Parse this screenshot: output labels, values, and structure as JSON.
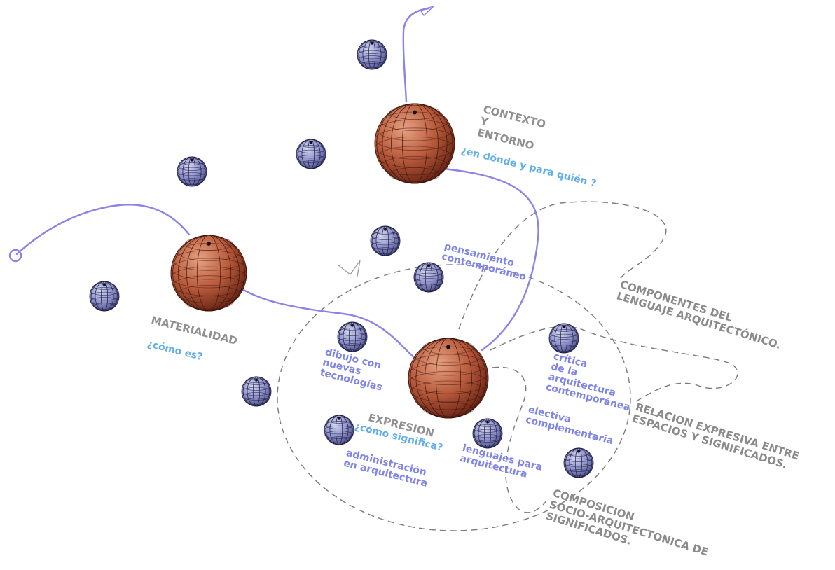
{
  "labels": {
    "contexto": "CONTEXTO\nY\nENTORNO",
    "contexto_q": "¿en dónde y para quién ?",
    "materialidad": "MATERIALIDAD",
    "materialidad_q": "¿cómo es?",
    "expresion": "EXPRESION",
    "expresion_q": "¿cómo significa?",
    "componentes": "COMPONENTES DEL\nLENGUAJE ARQUITECTÓNICO.",
    "relacion": "RELACION EXPRESIVA ENTRE\nESPACIOS Y SIGNIFICADOS.",
    "composicion": "COMPOSICION\nSÓCIO-ARQUITECTONICA DE\nSIGNIFICADOS.",
    "pensamiento": "pensamiento\ncontemporáneo",
    "dibujo": "dibujo con\nnuevas\ntecnologías",
    "critica": "crítica\nde la\narquitectura\ncontemporánea",
    "electiva": "electiva\ncomplementaria",
    "administracion": "administración\nen arquitectura",
    "lenguajes": "lenguajes para\narquitectura"
  },
  "colors": {
    "big_sphere": "#b5583a",
    "small_sphere": "#8e92c8",
    "path_line": "#8b84e6",
    "dashed": "#7a7a7a",
    "label_gray": "#8f8f8f",
    "label_blue": "#7f84e8",
    "label_cyan": "#63aeea"
  }
}
